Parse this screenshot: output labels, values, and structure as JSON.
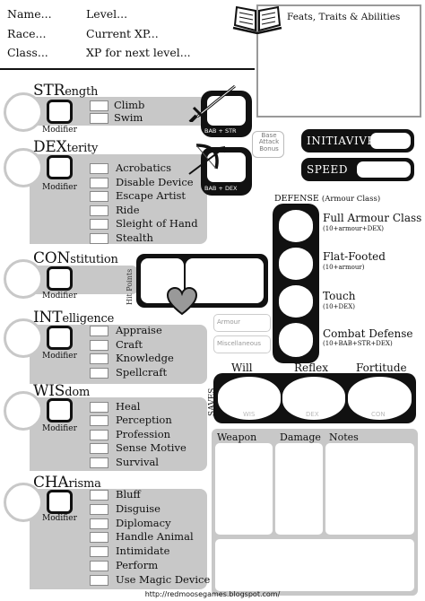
{
  "header": {
    "name_label": "Name...",
    "race_label": "Race...",
    "class_label": "Class...",
    "level_label": "Level...",
    "xp_label": "Current XP...",
    "xp_next_label": "XP for next level...",
    "feats_title": "Feats, Traits & Abilities"
  },
  "attributes": [
    {
      "abbr": "STR",
      "rest": "ength",
      "modifier": "Modifier",
      "skills": [
        "Climb",
        "Swim"
      ]
    },
    {
      "abbr": "DEX",
      "rest": "terity",
      "modifier": "Modifier",
      "skills": [
        "Acrobatics",
        "Disable Device",
        "Escape Artist",
        "Ride",
        "Sleight of Hand",
        "Stealth"
      ]
    },
    {
      "abbr": "CON",
      "rest": "stitution",
      "modifier": "Modifier",
      "skills": []
    },
    {
      "abbr": "INT",
      "rest": "elligence",
      "modifier": "Modifier",
      "skills": [
        "Appraise",
        "Craft",
        "Knowledge",
        "Spellcraft"
      ]
    },
    {
      "abbr": "WIS",
      "rest": "dom",
      "modifier": "Modifier",
      "skills": [
        "Heal",
        "Perception",
        "Profession",
        "Sense Motive",
        "Survival"
      ]
    },
    {
      "abbr": "CHA",
      "rest": "risma",
      "modifier": "Modifier",
      "skills": [
        "Bluff",
        "Disguise",
        "Diplomacy",
        "Handle Animal",
        "Intimidate",
        "Perform",
        "Use Magic Device"
      ]
    }
  ],
  "combat": {
    "bab_str": "BAB + STR",
    "bab_dex": "BAB + DEX",
    "base_attack_bonus": "Base Attack Bonus",
    "initiative": "INITIAVIVE",
    "speed": "SPEED",
    "hit_points": "Hit Points"
  },
  "defense": {
    "title": "DEFENSE",
    "title_sub": "(Armour Class)",
    "rows": [
      {
        "label": "Full Armour Class",
        "formula": "(10+armour+DEX)"
      },
      {
        "label": "Flat-Footed",
        "formula": "(10+armour)"
      },
      {
        "label": "Touch",
        "formula": "(10+DEX)"
      },
      {
        "label": "Combat Defense",
        "formula": "(10+BAB+STR+DEX)"
      }
    ],
    "armour_label": "Armour",
    "misc_label": "Miscellaneous"
  },
  "saves": {
    "label": "SAVES",
    "will": "Will",
    "reflex": "Reflex",
    "fortitude": "Fortitude",
    "wis": "WIS",
    "dex": "DEX",
    "con": "CON"
  },
  "weapons": {
    "weapon": "Weapon",
    "damage": "Damage",
    "notes": "Notes"
  },
  "footer": {
    "url": "http://redmoosegames.blogspot.com/"
  }
}
